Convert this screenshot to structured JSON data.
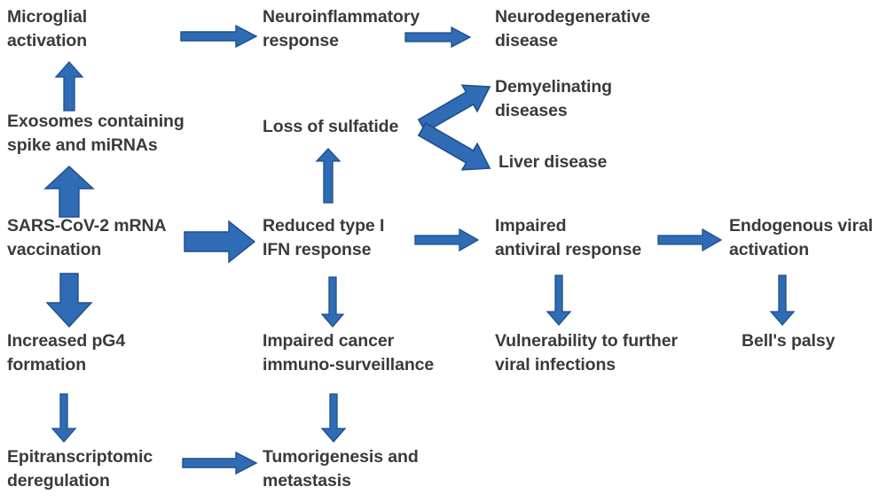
{
  "diagram": {
    "title": "SARS-CoV-2 mRNA vaccination downstream pathway flowchart",
    "background_color": "#ffffff",
    "arrow_color": "#2F6CB5",
    "arrow_color_dark": "#1F4E89",
    "text_color": "#3a3a3a",
    "nodes": [
      {
        "id": "microglial-activation",
        "label": "Microglial\nactivation"
      },
      {
        "id": "neuroinflammatory-response",
        "label": "Neuroinflammatory\nresponse"
      },
      {
        "id": "neurodegenerative-disease",
        "label": "Neurodegenerative\ndisease"
      },
      {
        "id": "exosomes-spike-mirnas",
        "label": "Exosomes containing\nspike and miRNAs"
      },
      {
        "id": "loss-of-sulfatide",
        "label": "Loss of sulfatide"
      },
      {
        "id": "demyelinating-diseases",
        "label": "Demyelinating\ndiseases"
      },
      {
        "id": "liver-disease",
        "label": "Liver disease"
      },
      {
        "id": "sars-cov-2-mrna-vaccination",
        "label": "SARS-CoV-2 mRNA\nvaccination"
      },
      {
        "id": "reduced-type-i-ifn-response",
        "label": "Reduced type I\nIFN response"
      },
      {
        "id": "impaired-antiviral-response",
        "label": "Impaired\nantiviral response"
      },
      {
        "id": "endogenous-viral-activation",
        "label": "Endogenous viral\nactivation"
      },
      {
        "id": "increased-pg4-formation",
        "label": "Increased pG4\nformation"
      },
      {
        "id": "impaired-cancer-immunosurveillance",
        "label": "Impaired cancer\nimmuno-surveillance"
      },
      {
        "id": "vulnerability-viral-infections",
        "label": "Vulnerability to further\nviral infections"
      },
      {
        "id": "bells-palsy",
        "label": "Bell's palsy"
      },
      {
        "id": "epitranscriptomic-deregulation",
        "label": "Epitranscriptomic\nderegulation"
      },
      {
        "id": "tumorigenesis-metastasis",
        "label": "Tumorigenesis and\nmetastasis"
      }
    ],
    "edges": [
      {
        "id": "edge-microglial-to-neuroinflammatory",
        "from": "microglial-activation",
        "to": "neuroinflammatory-response",
        "direction": "right"
      },
      {
        "id": "edge-neuroinflammatory-to-neurodegenerative",
        "from": "neuroinflammatory-response",
        "to": "neurodegenerative-disease",
        "direction": "right"
      },
      {
        "id": "edge-exosomes-to-microglial",
        "from": "exosomes-spike-mirnas",
        "to": "microglial-activation",
        "direction": "up"
      },
      {
        "id": "edge-vaccination-to-exosomes",
        "from": "sars-cov-2-mrna-vaccination",
        "to": "exosomes-spike-mirnas",
        "direction": "up"
      },
      {
        "id": "edge-vaccination-to-ifn",
        "from": "sars-cov-2-mrna-vaccination",
        "to": "reduced-type-i-ifn-response",
        "direction": "right"
      },
      {
        "id": "edge-vaccination-to-pg4",
        "from": "sars-cov-2-mrna-vaccination",
        "to": "increased-pg4-formation",
        "direction": "down"
      },
      {
        "id": "edge-ifn-to-sulfatide",
        "from": "reduced-type-i-ifn-response",
        "to": "loss-of-sulfatide",
        "direction": "up"
      },
      {
        "id": "edge-sulfatide-to-demyelinating",
        "from": "loss-of-sulfatide",
        "to": "demyelinating-diseases",
        "direction": "up-right"
      },
      {
        "id": "edge-sulfatide-to-liver",
        "from": "loss-of-sulfatide",
        "to": "liver-disease",
        "direction": "down-right"
      },
      {
        "id": "edge-ifn-to-antiviral",
        "from": "reduced-type-i-ifn-response",
        "to": "impaired-antiviral-response",
        "direction": "right"
      },
      {
        "id": "edge-antiviral-to-endogenous",
        "from": "impaired-antiviral-response",
        "to": "endogenous-viral-activation",
        "direction": "right"
      },
      {
        "id": "edge-ifn-to-cancer",
        "from": "reduced-type-i-ifn-response",
        "to": "impaired-cancer-immunosurveillance",
        "direction": "down"
      },
      {
        "id": "edge-antiviral-to-vulnerability",
        "from": "impaired-antiviral-response",
        "to": "vulnerability-viral-infections",
        "direction": "down"
      },
      {
        "id": "edge-endogenous-to-bells-palsy",
        "from": "endogenous-viral-activation",
        "to": "bells-palsy",
        "direction": "down"
      },
      {
        "id": "edge-pg4-to-epitranscriptomic",
        "from": "increased-pg4-formation",
        "to": "epitranscriptomic-deregulation",
        "direction": "down"
      },
      {
        "id": "edge-cancer-to-tumorigenesis",
        "from": "impaired-cancer-immunosurveillance",
        "to": "tumorigenesis-metastasis",
        "direction": "down"
      },
      {
        "id": "edge-epitranscriptomic-to-tumorigenesis",
        "from": "epitranscriptomic-deregulation",
        "to": "tumorigenesis-metastasis",
        "direction": "right"
      }
    ]
  }
}
